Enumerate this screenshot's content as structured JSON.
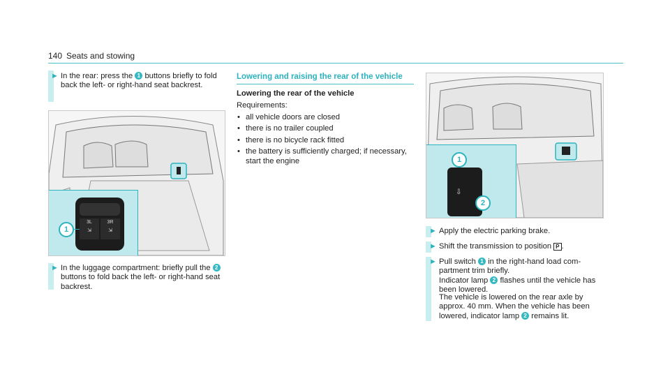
{
  "header": {
    "page_number": "140",
    "title": "Seats and stowing"
  },
  "left": {
    "step1": {
      "a": "In the rear: press the ",
      "badge": "1",
      "b": " buttons briefly to fold back the left- or right-hand seat back­rest."
    },
    "image1": {
      "button_left": "3L",
      "button_right": "3R",
      "badge": "1"
    },
    "step2": {
      "a": "In the luggage compartment: briefly pull the ",
      "badge": "2",
      "b": " buttons to fold back the left- or right-hand seat backrest."
    }
  },
  "middle": {
    "section_heading": "Lowering and raising the rear of the vehicle",
    "sub_heading": "Lowering the rear of the vehicle",
    "requirements_label": "Requirements:",
    "bullets": [
      "all vehicle doors are closed",
      "there is no trailer coupled",
      "there is no bicycle rack fitted",
      "the battery is sufficiently charged; if neces­sary, start the engine"
    ]
  },
  "right": {
    "image2": {
      "badge1": "1",
      "badge2": "2"
    },
    "step1": "Apply the electric parking brake.",
    "step2": {
      "a": "Shift the transmission to position ",
      "p": "P",
      "b": "."
    },
    "step3": {
      "a": "Pull switch ",
      "badge1": "1",
      "b": " in the right-hand load com­partment trim briefly.",
      "c": "Indicator lamp ",
      "badge2": "2",
      "d": " flashes until the vehicle has been lowered."
    },
    "step3_note": {
      "a": "The vehicle is lowered on the rear axle by approx. 40 mm. When the vehicle has been lowered, indicator lamp ",
      "badge": "2",
      "b": " remains lit."
    }
  },
  "colors": {
    "accent": "#2cb3bd",
    "highlight": "#c9eef0",
    "inset": "#bfe9ec"
  }
}
